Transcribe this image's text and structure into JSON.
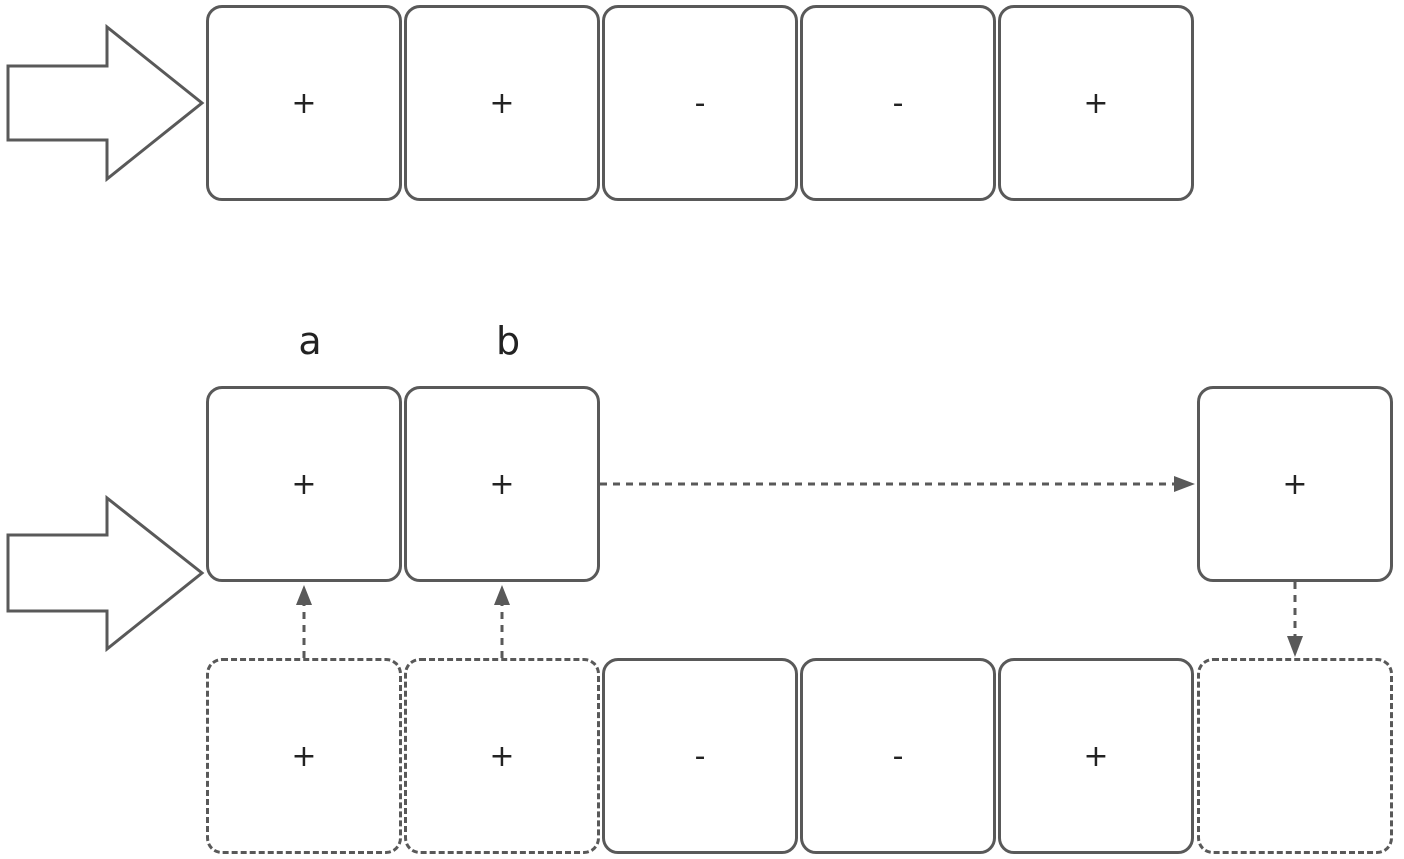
{
  "top_row": {
    "cells": [
      {
        "symbol": "+"
      },
      {
        "symbol": "+"
      },
      {
        "symbol": "-"
      },
      {
        "symbol": "-"
      },
      {
        "symbol": "+"
      }
    ]
  },
  "labels": {
    "a": "a",
    "b": "b"
  },
  "middle_row": {
    "cells": [
      {
        "symbol": "+"
      },
      {
        "symbol": "+"
      }
    ],
    "moved_cell": {
      "symbol": "+"
    }
  },
  "bottom_row": {
    "cells": [
      {
        "symbol": "+",
        "style": "dashed"
      },
      {
        "symbol": "+",
        "style": "dashed"
      },
      {
        "symbol": "-",
        "style": "solid"
      },
      {
        "symbol": "-",
        "style": "solid"
      },
      {
        "symbol": "+",
        "style": "solid"
      },
      {
        "symbol": "",
        "style": "dashed"
      }
    ]
  },
  "colors": {
    "stroke": "#595959",
    "text": "#222222",
    "background": "#ffffff"
  }
}
